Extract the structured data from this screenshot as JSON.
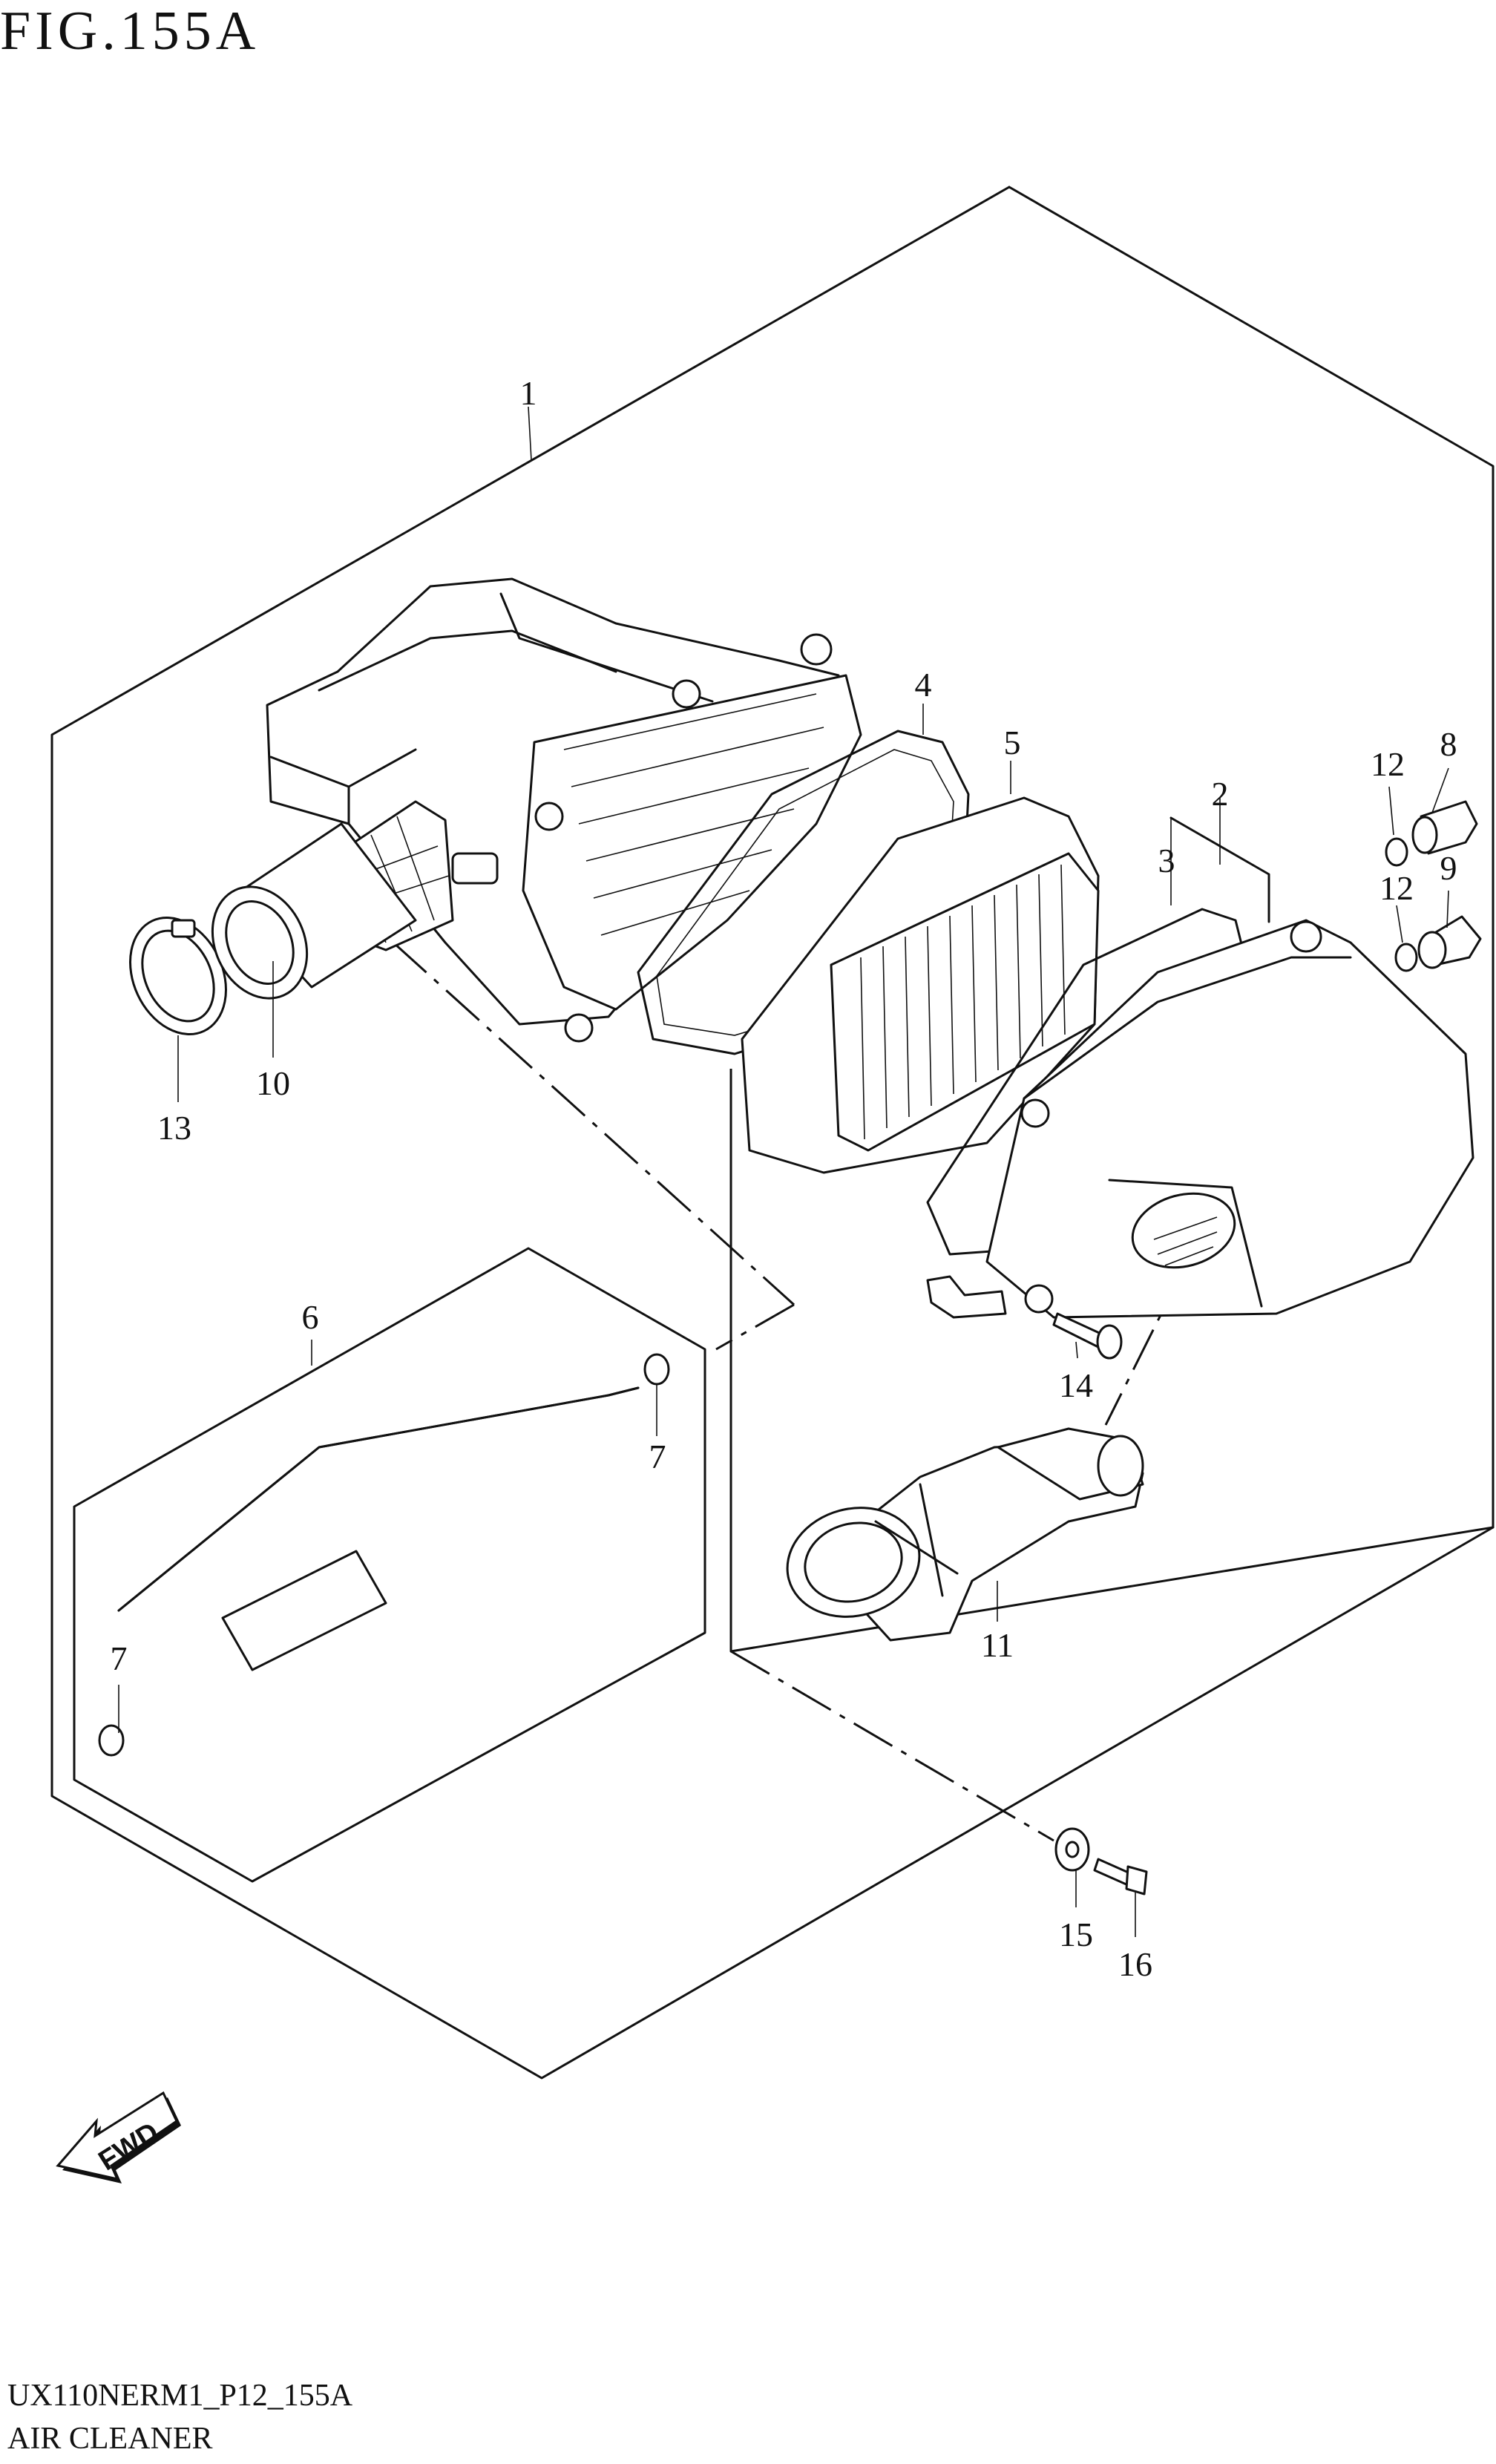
{
  "figure": {
    "title": "FIG.155A",
    "code": "UX110NERM1_P12_155A",
    "name": "AIR CLEANER"
  },
  "callouts": [
    "1",
    "2",
    "3",
    "4",
    "5",
    "6",
    "7",
    "7",
    "8",
    "9",
    "10",
    "11",
    "12",
    "12",
    "13",
    "14",
    "15",
    "16"
  ],
  "fwd_arrow": {
    "label": "FWD"
  }
}
